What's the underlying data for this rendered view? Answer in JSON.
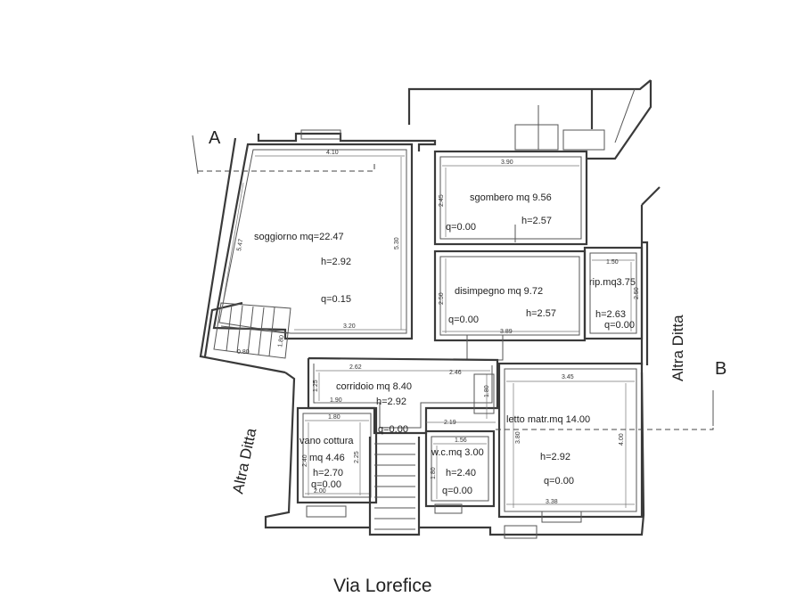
{
  "section_marks": {
    "a": "A",
    "b": "B"
  },
  "neighbors": {
    "left": "Altra Ditta",
    "right": "Altra Ditta"
  },
  "street": "Via Lorefice",
  "rooms": {
    "soggiorno": {
      "name": "soggiorno  mq=22.47",
      "h": "h=2.92",
      "q": "q=0.15"
    },
    "sgombero": {
      "name": "sgombero mq 9.56",
      "h": "h=2.57",
      "q": "q=0.00"
    },
    "disimpegno": {
      "name": "disimpegno mq 9.72",
      "h": "h=2.57",
      "q": "q=0.00"
    },
    "rip": {
      "name": "rip.mq3.75",
      "h": "h=2.63",
      "q": "q=0.00"
    },
    "corridoio": {
      "name": "corridoio mq 8.40",
      "h": "h=2.92",
      "q": "q=0.00"
    },
    "letto": {
      "name": "letto matr.mq 14.00",
      "h": "h=2.92",
      "q": "q=0.00"
    },
    "cottura": {
      "name1": "vano cottura",
      "name2": "mq 4.46",
      "h": "h=2.70",
      "q": "q=0.00"
    },
    "wc": {
      "name": "w.c.mq 3.00",
      "h": "h=2.40",
      "q": "q=0.00"
    }
  },
  "dimensions": {
    "soggiorno_top": "4.10",
    "soggiorno_left": "5.47",
    "soggiorno_right": "5.30",
    "soggiorno_bottom": "3.20",
    "sgombero_top": "3.90",
    "sgombero_left": "2.45",
    "disimpegno_left": "2.50",
    "disimpegno_bottom": "3.89",
    "rip_top": "1.50",
    "rip_right": "2.50",
    "corr_top_left": "2.62",
    "corr_top_right": "2.46",
    "corr_left": "1.25",
    "corr_bottom": "1.90",
    "corr_right": "1.80",
    "corr_right_bottom": "2.19",
    "letto_top": "3.45",
    "letto_left": "3.80",
    "letto_right": "4.00",
    "letto_bottom": "3.38",
    "cott_top": "1.80",
    "cott_left": "2.40",
    "cott_right": "2.25",
    "cott_bottom": "2.00",
    "wc_top": "1.56",
    "wc_left": "1.80",
    "stair1": "0.80",
    "stair2": "1.80"
  }
}
